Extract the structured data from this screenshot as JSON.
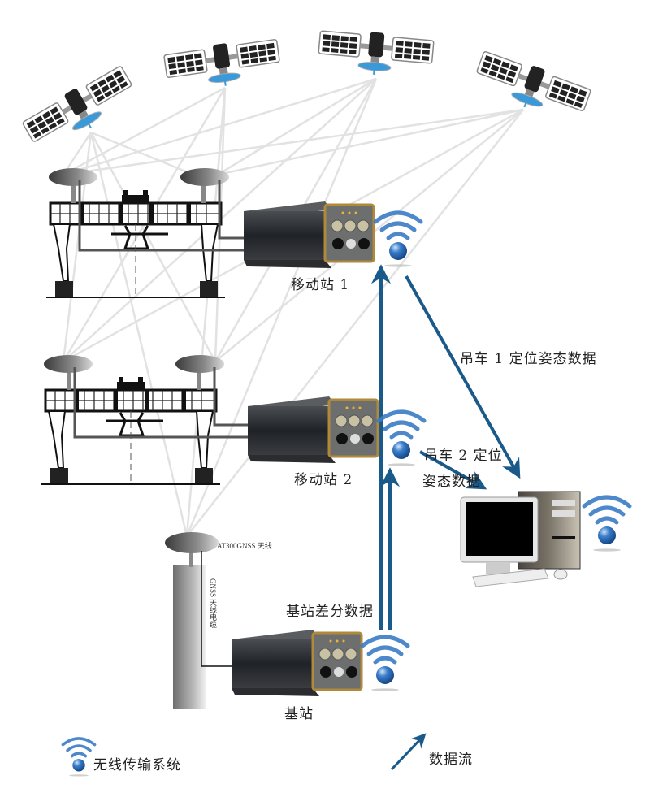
{
  "title": "GNSS crane positioning & attitude system diagram",
  "colors": {
    "arrow": "#1a5a8a",
    "wifi": "#3a7cc4",
    "sky_line": "#e2e2e2",
    "device_body": "#2a2d31",
    "device_face": "#6d6e6e",
    "device_trim": "#b08a3a"
  },
  "satellites": [
    {
      "id": "sat-1",
      "icon": "satellite-icon"
    },
    {
      "id": "sat-2",
      "icon": "satellite-icon"
    },
    {
      "id": "sat-3",
      "icon": "satellite-icon"
    },
    {
      "id": "sat-4",
      "icon": "satellite-icon"
    }
  ],
  "stations": {
    "rover1": {
      "label": "移动站 1",
      "icon": "gnss-receiver-icon"
    },
    "rover2": {
      "label": "移动站 2",
      "icon": "gnss-receiver-icon"
    },
    "base": {
      "label": "基站",
      "icon": "gnss-receiver-icon"
    }
  },
  "base_antenna": {
    "antenna_label": "AT300GNSS 天线",
    "cable_label": "GNSS 天线电缆"
  },
  "flows": {
    "crane1_data": "吊车 1 定位姿态数据",
    "crane2_data_line1": "吊车 2 定位",
    "crane2_data_line2": "姿态数据",
    "base_diff_data": "基站差分数据"
  },
  "legend": {
    "wireless_label": "无线传输系统",
    "dataflow_label": "数据流"
  }
}
